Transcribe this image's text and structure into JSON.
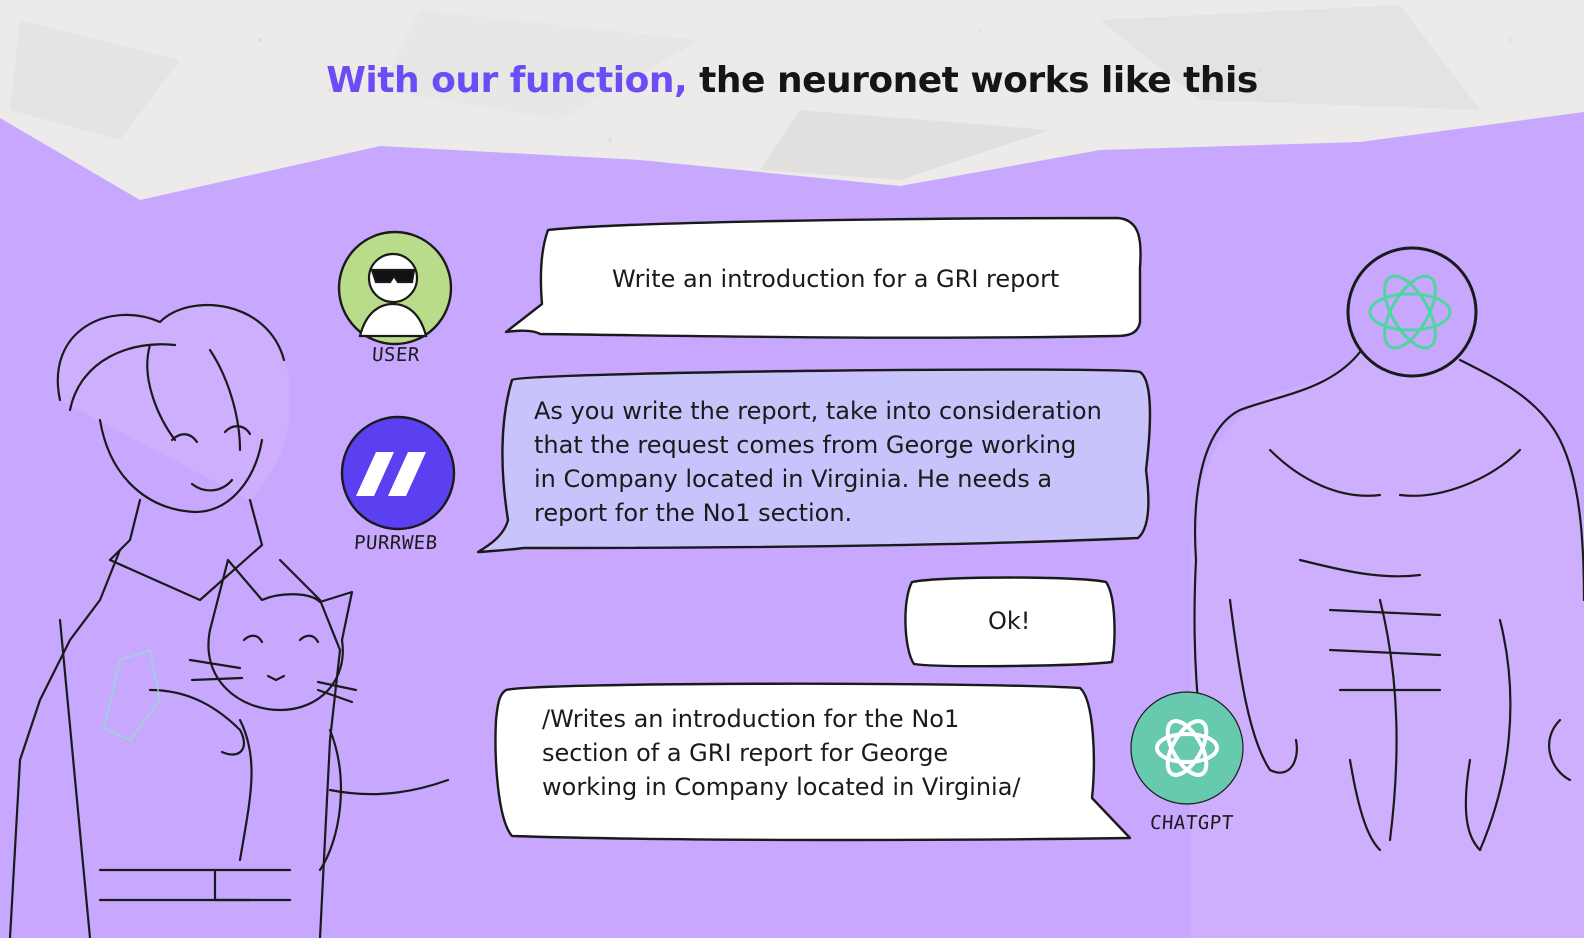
{
  "headline": {
    "accent": "With our function,",
    "rest": " the neuronet works like this"
  },
  "colors": {
    "background_purple": "#c8a8ff",
    "accent": "#6b4cf5",
    "bubble_white": "#ffffff",
    "bubble_highlight": "#c8c3fb",
    "user_avatar": "#b9dc8a",
    "purrweb_avatar": "#5a40f0",
    "chatgpt_avatar": "#67c9ad"
  },
  "avatars": {
    "user": {
      "label": "USER",
      "icon": "sunglasses-user-icon"
    },
    "purrweb": {
      "label": "PURRWEB",
      "icon": "purrweb-logo-icon"
    },
    "chatgpt": {
      "label": "CHATGPT",
      "icon": "openai-logo-icon"
    }
  },
  "messages": {
    "user": {
      "lines": [
        "Write an introduction for a GRI report"
      ]
    },
    "purrweb": {
      "lines": [
        "As you write the report, take into consideration",
        "that the request comes from George working",
        "in Company located in Virginia. He needs a",
        "report for the No1 section."
      ]
    },
    "chatgpt_ack": {
      "lines": [
        "Ok!"
      ]
    },
    "chatgpt_reply": {
      "lines": [
        "/Writes an introduction for the No1",
        "section of a GRI report for George",
        "working in Company located in Virginia/"
      ]
    }
  }
}
